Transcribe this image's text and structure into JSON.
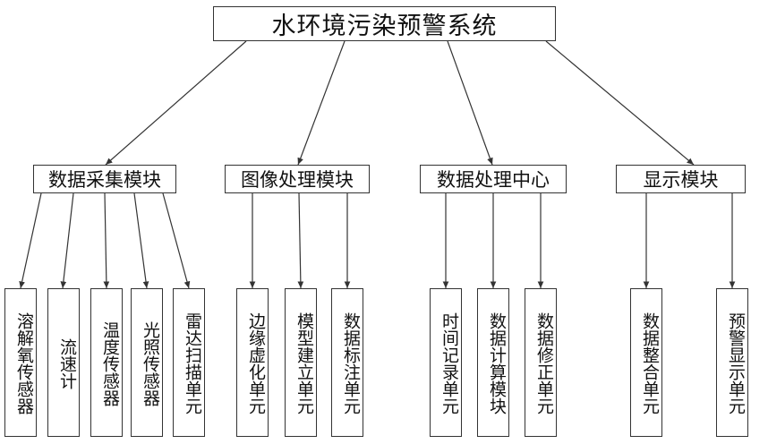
{
  "root": {
    "title": "水环境污染预警系统"
  },
  "modules": [
    {
      "label": "数据采集模块",
      "units": [
        "溶解氧传感器",
        "流速计",
        "温度传感器",
        "光照传感器",
        "雷达扫描单元"
      ]
    },
    {
      "label": "图像处理模块",
      "units": [
        "边缘虚化单元",
        "模型建立单元",
        "数据标注单元"
      ]
    },
    {
      "label": "数据处理中心",
      "units": [
        "时间记录单元",
        "数据计算模块",
        "数据修正单元"
      ]
    },
    {
      "label": "显示模块",
      "units": [
        "数据整合单元",
        "预警显示单元"
      ]
    }
  ]
}
